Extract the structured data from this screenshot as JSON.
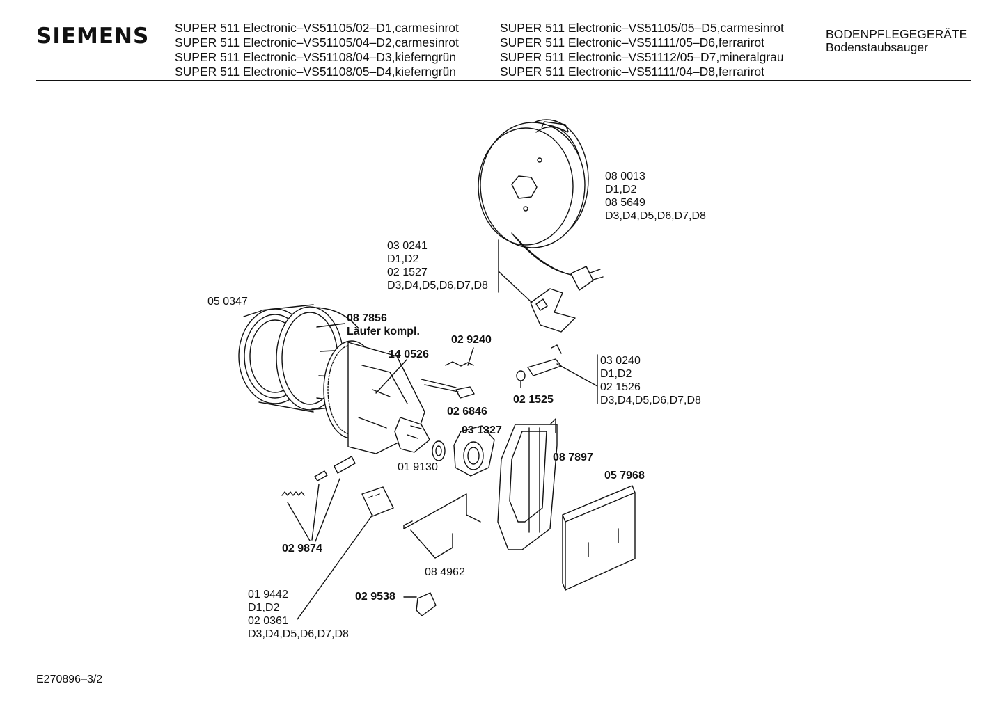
{
  "header": {
    "brand": "SIEMENS",
    "models_col1": [
      "SUPER 511 Electronic–VS51105/02–D1,carmesinrot",
      "SUPER 511 Electronic–VS51105/04–D2,carmesinrot",
      "SUPER 511 Electronic–VS51108/04–D3,kieferngrün",
      "SUPER 511 Electronic–VS51108/05–D4,kieferngrün"
    ],
    "models_col2": [
      "SUPER 511 Electronic–VS51105/05–D5,carmesinrot",
      "SUPER 511 Electronic–VS51111/05–D6,ferrarirot",
      "SUPER 511 Electronic–VS51112/05–D7,mineralgrau",
      "SUPER 511 Electronic–VS51111/04–D8,ferrarirot"
    ],
    "category": "BODENPFLEGEGERÄTE",
    "subcategory": "Bodenstaubsauger"
  },
  "parts": {
    "cable_reel": [
      "08 0013",
      "D1,D2",
      "08 5649",
      "D3,D4,D5,D6,D7,D8"
    ],
    "bracket": [
      "03 0241",
      "D1,D2",
      "02 1527",
      "D3,D4,D5,D6,D7,D8"
    ],
    "motor_housing": "05 0347",
    "rotor_no": "08 7856",
    "rotor_text": "Läufer kompl.",
    "brush": "14 0526",
    "spring_clip": "02 9240",
    "capacitor": "02 6846",
    "screw": "02 1525",
    "switch": [
      "03 0240",
      "D1,D2",
      "02 1526",
      "D3,D4,D5,D6,D7,D8"
    ],
    "ring": "03 1327",
    "fan": "01 9130",
    "frame": "08 7897",
    "filter": "05 7968",
    "springs": "02 9874",
    "plate": "08 4962",
    "board": [
      "01 9442",
      "D1,D2",
      "02 0361",
      "D3,D4,D5,D6,D7,D8"
    ],
    "clip": "02 9538"
  },
  "footer": {
    "doc_id": "E270896–3/2"
  }
}
